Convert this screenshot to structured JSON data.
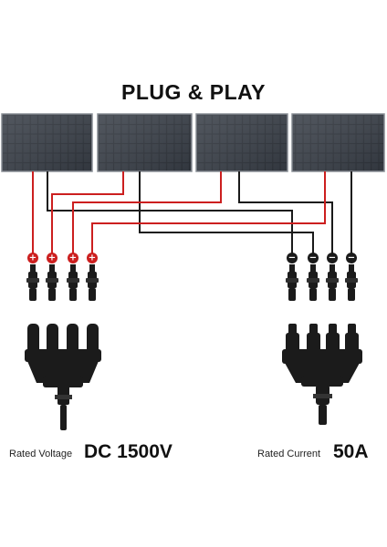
{
  "header": {
    "title": "PLUG & PLAY"
  },
  "specs": {
    "voltage_label": "Rated Voltage",
    "voltage_value": "DC 1500V",
    "current_label": "Rated Current",
    "current_value": "50A"
  },
  "polarity": {
    "positive_symbol": "+",
    "negative_symbol": "−"
  },
  "colors": {
    "positive_wire": "#cc1f1f",
    "negative_wire": "#1a1a1a",
    "panel": "#2b2f36",
    "connector": "#1b1b1b"
  },
  "icons": [
    "solar-panel-icon",
    "mc4-connector-icon",
    "branch-connector-icon"
  ]
}
